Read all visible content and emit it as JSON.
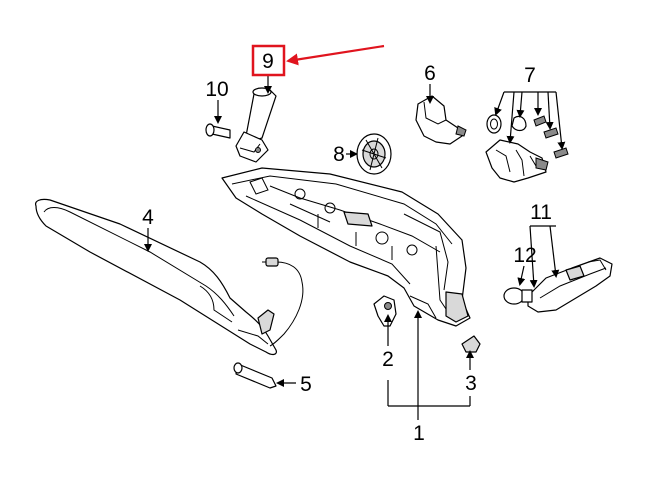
{
  "callouts": [
    {
      "id": "1",
      "label": "1"
    },
    {
      "id": "2",
      "label": "2"
    },
    {
      "id": "3",
      "label": "3"
    },
    {
      "id": "4",
      "label": "4"
    },
    {
      "id": "5",
      "label": "5"
    },
    {
      "id": "6",
      "label": "6"
    },
    {
      "id": "7",
      "label": "7"
    },
    {
      "id": "8",
      "label": "8"
    },
    {
      "id": "9",
      "label": "9"
    },
    {
      "id": "10",
      "label": "10"
    },
    {
      "id": "11",
      "label": "11"
    },
    {
      "id": "12",
      "label": "12"
    }
  ],
  "highlighted_callout": "9",
  "colors": {
    "highlight": "#e0141e",
    "line": "#000000",
    "background": "#ffffff",
    "shade": "#d9d9d9"
  }
}
